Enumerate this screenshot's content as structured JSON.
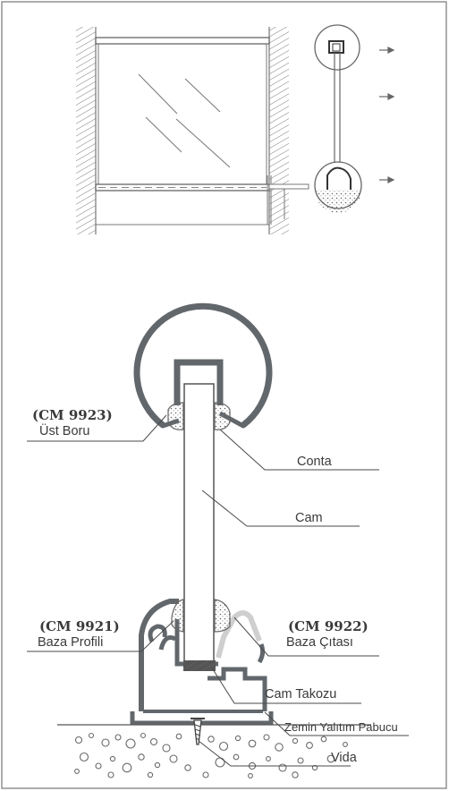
{
  "colors": {
    "line": "#5a5e62",
    "thick": "#62676c",
    "light": "#c8c8c8",
    "text": "#3a3a3a",
    "hatch": "#6a6a6a"
  },
  "labels": {
    "ust_boru_code": "(CM 9923)",
    "ust_boru_name": "Üst Boru",
    "conta": "Conta",
    "cam": "Cam",
    "baza_profili_code": "(CM 9921)",
    "baza_profili_name": "Baza Profili",
    "baza_citasi_code": "(CM 9922)",
    "baza_citasi_name": "Baza Çıtası",
    "cam_takozu": "Cam Takozu",
    "zemin_yalitim_pabucu": "Zemin Yalıtım Pabucu",
    "vida": "Vida"
  },
  "icons": {
    "arrow": "right-arrow-icon"
  }
}
